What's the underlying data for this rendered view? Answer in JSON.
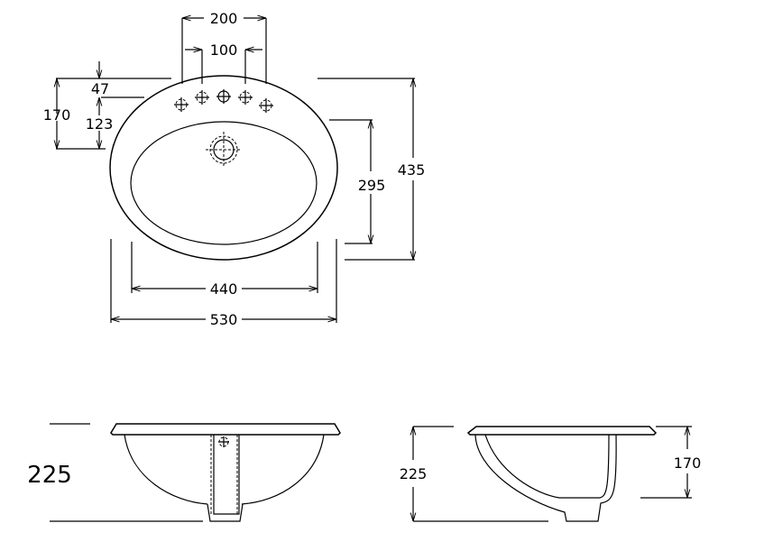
{
  "top_view": {
    "dims": {
      "tap_span_outer": "200",
      "tap_span_inner": "100",
      "rim_to_tap": "47",
      "tap_to_bowl": "123",
      "rim_to_bowl": "170",
      "bowl_depth": "295",
      "overall_depth": "435",
      "bowl_width": "440",
      "overall_width": "530"
    }
  },
  "front_view": {
    "dims": {
      "height": "225"
    }
  },
  "side_view": {
    "dims": {
      "height": "225",
      "bowl_height": "170"
    }
  }
}
